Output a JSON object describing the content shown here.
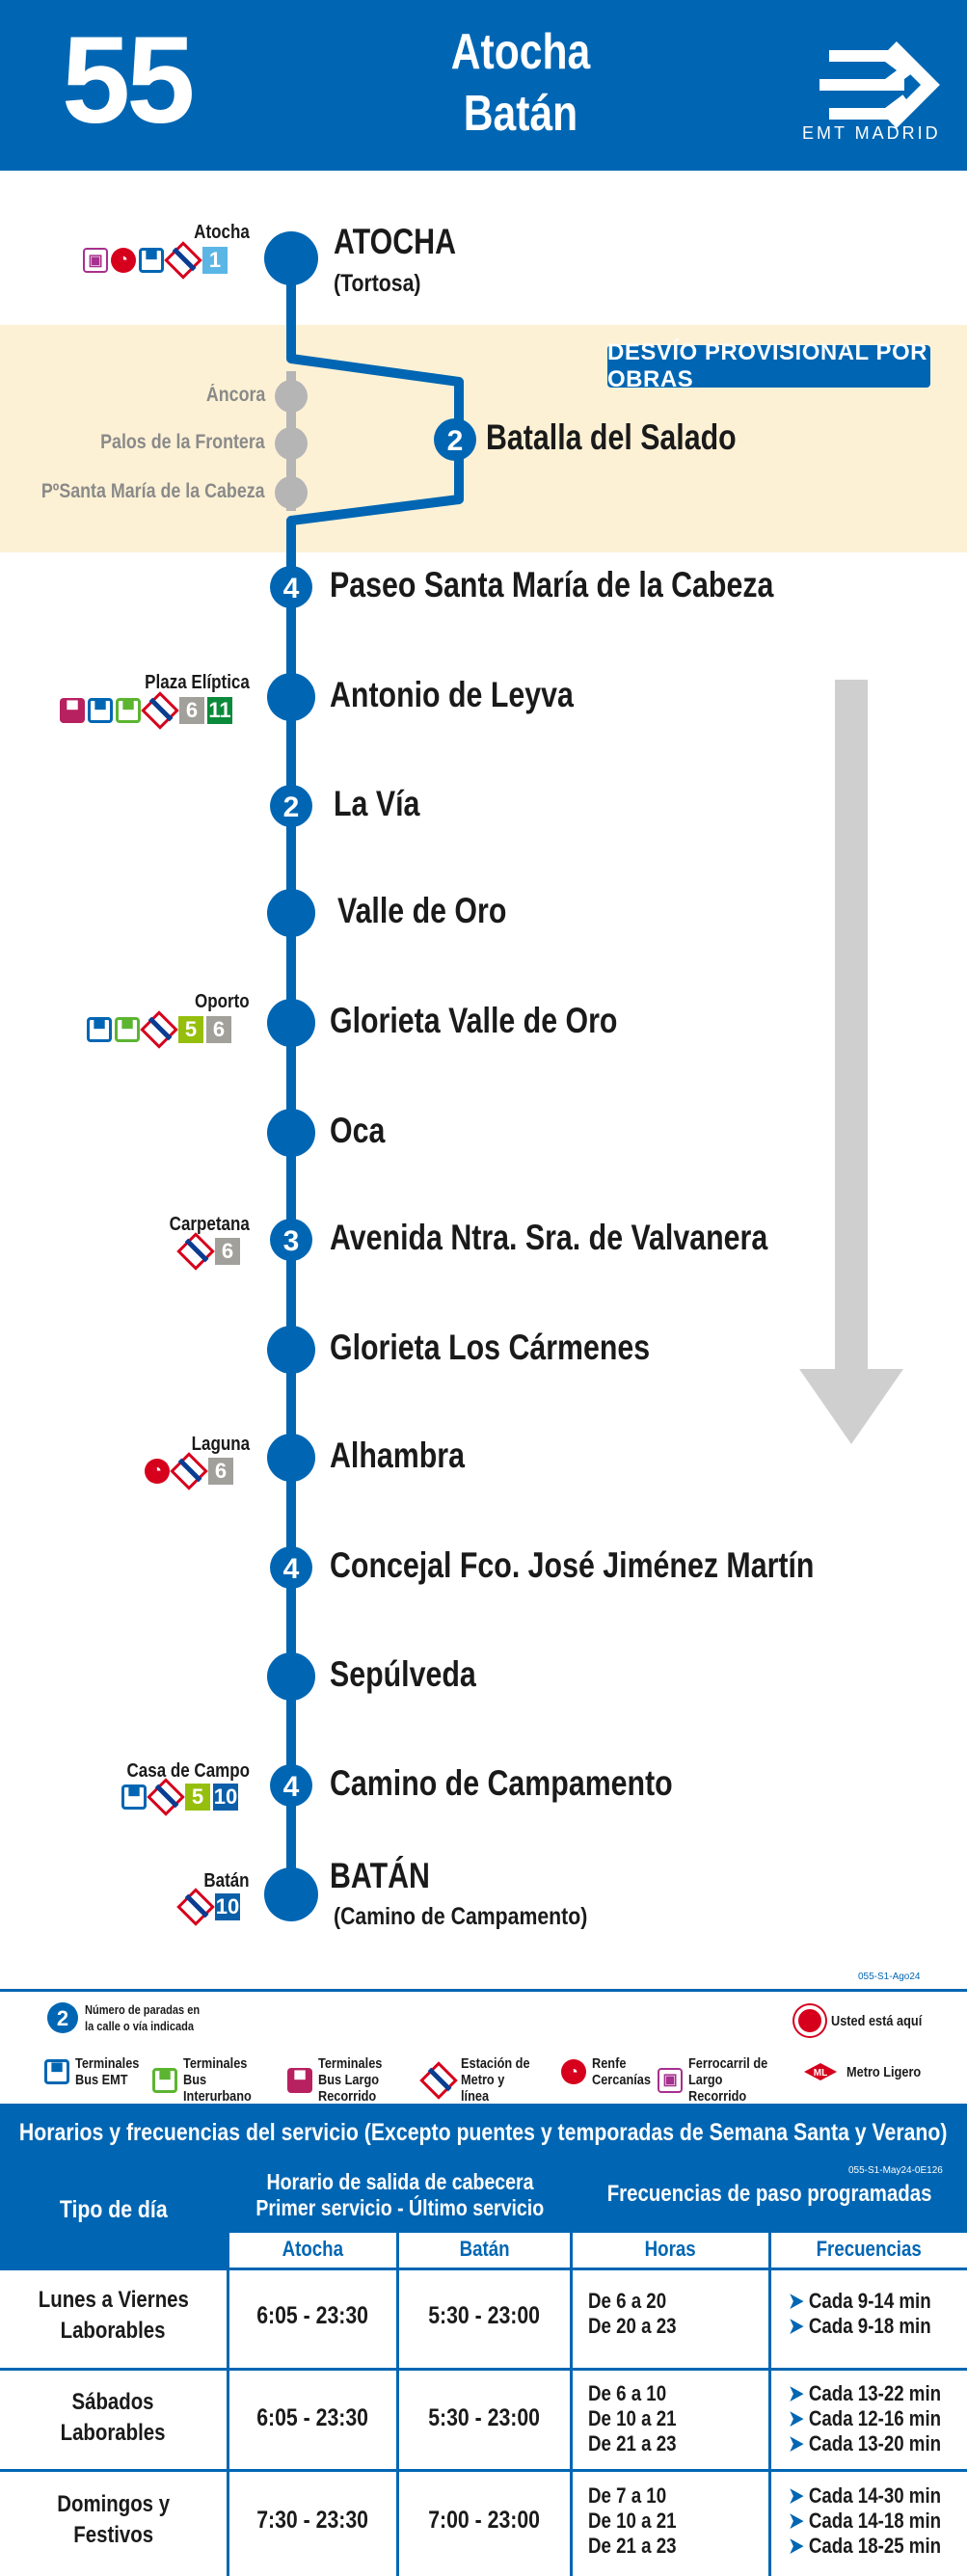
{
  "header": {
    "route_number": "55",
    "origin": "Atocha",
    "destination": "Batán",
    "brand": "EMT MADRID"
  },
  "detour": {
    "label": "DESVÍO PROVISIONAL POR OBRAS"
  },
  "stops": [
    {
      "name": "ATOCHA",
      "sub": "(Tortosa)",
      "count": "",
      "conn_label": "Atocha"
    },
    {
      "name": "Batalla del Salado",
      "sub": "",
      "count": "2",
      "conn_label": ""
    },
    {
      "name": "Paseo Santa María de la Cabeza",
      "sub": "",
      "count": "4",
      "conn_label": ""
    },
    {
      "name": "Antonio de Leyva",
      "sub": "",
      "count": "",
      "conn_label": "Plaza Elíptica"
    },
    {
      "name": "La Vía",
      "sub": "",
      "count": "2",
      "conn_label": ""
    },
    {
      "name": "Valle de Oro",
      "sub": "",
      "count": "",
      "conn_label": ""
    },
    {
      "name": "Glorieta Valle de Oro",
      "sub": "",
      "count": "",
      "conn_label": "Oporto"
    },
    {
      "name": "Oca",
      "sub": "",
      "count": "",
      "conn_label": ""
    },
    {
      "name": "Avenida Ntra. Sra. de Valvanera",
      "sub": "",
      "count": "3",
      "conn_label": "Carpetana"
    },
    {
      "name": "Glorieta Los Cármenes",
      "sub": "",
      "count": "",
      "conn_label": ""
    },
    {
      "name": "Alhambra",
      "sub": "",
      "count": "",
      "conn_label": "Laguna"
    },
    {
      "name": "Concejal Fco. José Jiménez Martín",
      "sub": "",
      "count": "4",
      "conn_label": ""
    },
    {
      "name": "Sepúlveda",
      "sub": "",
      "count": "",
      "conn_label": ""
    },
    {
      "name": "Camino de Campamento",
      "sub": "",
      "count": "4",
      "conn_label": "Casa de Campo"
    },
    {
      "name": "BATÁN",
      "sub": "(Camino de Campamento)",
      "count": "",
      "conn_label": "Batán"
    }
  ],
  "skipped_stops": [
    "Áncora",
    "Palos de la Frontera",
    "PºSanta María de la Cabeza"
  ],
  "line_numbers": {
    "atocha": [
      "1"
    ],
    "eliptica": [
      "6",
      "11"
    ],
    "oporto": [
      "5",
      "6"
    ],
    "carpetana": [
      "6"
    ],
    "laguna": [
      "6"
    ],
    "casa_campo": [
      "5",
      "10"
    ],
    "batan": [
      "10"
    ]
  },
  "colors": {
    "brand_blue": "#0066b3",
    "detour_bg": "#fdf1d5",
    "skipped_grey": "#b5b5b5",
    "line1": "#5bb6e6",
    "line5": "#96bf0d",
    "line6": "#a1a09a",
    "line10": "#0a5fa8",
    "line11": "#0a8a3a",
    "arrow_grey": "#cfcfcf"
  },
  "ref_code_top": "055-S1-Ago24",
  "legend": {
    "count_text": "Número de paradas en la calle o vía indicada",
    "count_sample": "2",
    "here_text": "Usted está aquí",
    "items": [
      "Terminales Bus EMT",
      "Terminales Bus Interurbano",
      "Terminales Bus Largo Recorrido",
      "Estación de Metro y línea",
      "Renfe Cercanías",
      "Ferrocarril de Largo Recorrido",
      "Metro Ligero"
    ]
  },
  "schedule": {
    "title": "Horarios y frecuencias del servicio (Excepto puentes y temporadas de Semana Santa y Verano)",
    "ref_code": "055-S1-May24-0E126",
    "col_day_type": "Tipo de día",
    "col_hours_1": "Horario de salida de cabecera",
    "col_hours_2": "Primer servicio - Último servicio",
    "col_freq": "Frecuencias de paso programadas",
    "sub_atocha": "Atocha",
    "sub_batan": "Batán",
    "sub_horas": "Horas",
    "sub_frecuencias": "Frecuencias",
    "rows": [
      {
        "day1": "Lunes a Viernes",
        "day2": "Laborables",
        "atocha": "6:05 - 23:30",
        "batan": "5:30 - 23:00",
        "horas": [
          "De 6 a 20",
          "De 20 a 23"
        ],
        "freqs": [
          "Cada 9-14 min",
          "Cada 9-18 min"
        ]
      },
      {
        "day1": "Sábados",
        "day2": "Laborables",
        "atocha": "6:05 - 23:30",
        "batan": "5:30 - 23:00",
        "horas": [
          "De 6 a 10",
          "De 10 a 21",
          "De 21 a 23"
        ],
        "freqs": [
          "Cada 13-22 min",
          "Cada 12-16 min",
          "Cada 13-20 min"
        ]
      },
      {
        "day1": "Domingos y",
        "day2": "Festivos",
        "atocha": "7:30 - 23:30",
        "batan": "7:00 - 23:00",
        "horas": [
          "De 7 a 10",
          "De 10 a 21",
          "De 21 a 23"
        ],
        "freqs": [
          "Cada 14-30 min",
          "Cada 14-18 min",
          "Cada 18-25 min"
        ]
      }
    ]
  }
}
